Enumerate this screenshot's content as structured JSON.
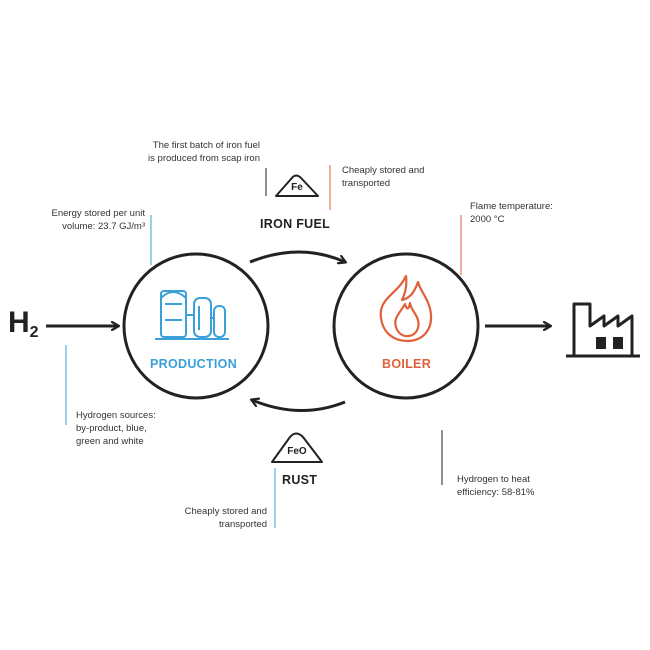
{
  "notes": {
    "iron_batch": "The first batch of iron fuel\nis produced from scap iron",
    "iron_storage": "Cheaply stored and\ntransported",
    "energy": "Energy stored per unit\nvolume: 23.7 GJ/m³",
    "flame": "Flame temperature:\n2000 °C",
    "hydrogen_sources": "Hydrogen sources:\nby-product, blue,\ngreen and white",
    "efficiency": "Hydrogen to heat\nefficiency: 58-81%",
    "rust_storage": "Cheaply stored and\ntransported"
  },
  "nodes": {
    "production": "PRODUCTION",
    "boiler": "BOILER",
    "iron_fuel": "IRON FUEL",
    "rust": "RUST",
    "fe": "Fe",
    "feo": "FeO",
    "h2_main": "H",
    "h2_sub": "2"
  },
  "colors": {
    "production": "#3aa0d8",
    "boiler": "#e0603a",
    "line": "#222222"
  }
}
